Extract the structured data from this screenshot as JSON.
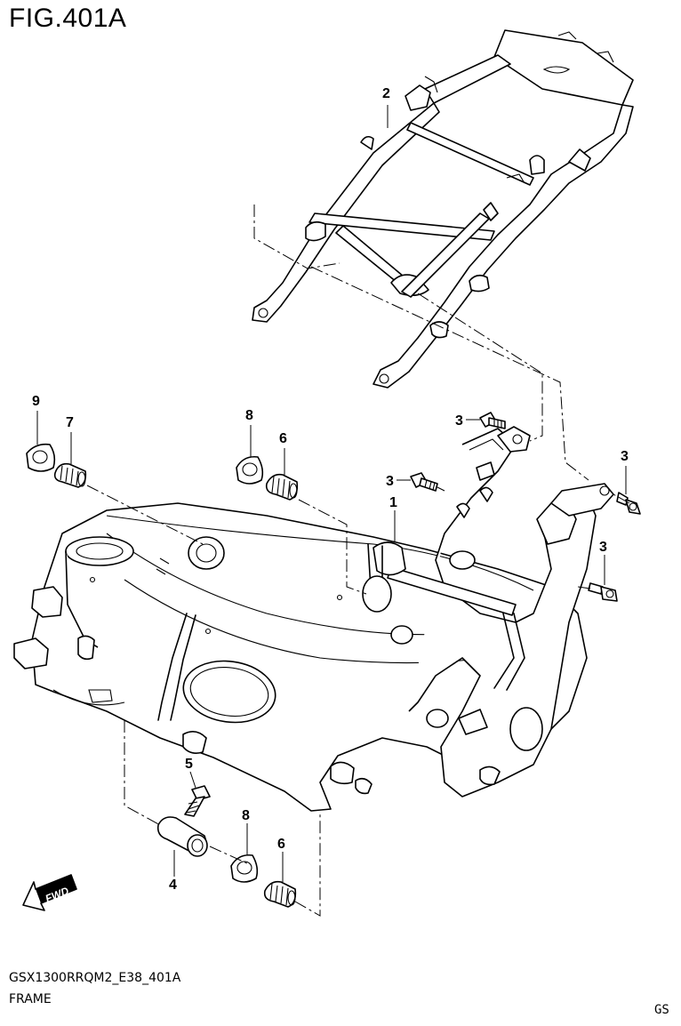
{
  "figure": {
    "title": "FIG.401A"
  },
  "footer": {
    "code": "GSX1300RRQM2_E38_401A",
    "name": "FRAME",
    "mark": "GS"
  },
  "fwd_label": "FWD",
  "callouts": {
    "c1": "1",
    "c2": "2",
    "c3a": "3",
    "c3b": "3",
    "c3c": "3",
    "c3d": "3",
    "c4": "4",
    "c5": "5",
    "c6a": "6",
    "c6b": "6",
    "c7": "7",
    "c8a": "8",
    "c8b": "8",
    "c9": "9"
  }
}
